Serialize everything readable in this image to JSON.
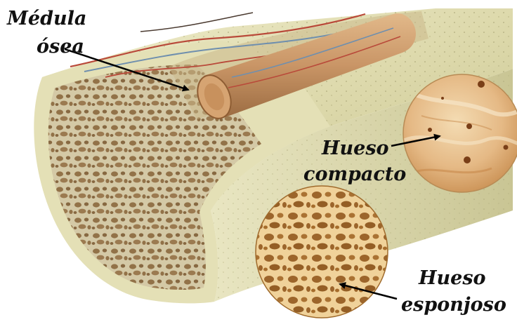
{
  "labels": {
    "medula": [
      "Médula",
      "ósea"
    ],
    "compacto": [
      "Hueso",
      "compacto"
    ],
    "esponjoso": [
      "Hueso",
      "esponjoso"
    ]
  },
  "colors": {
    "bone_shaft": "#ddd9ad",
    "spongy_interior": "#a8875a",
    "marrow_canal": "#c9996a",
    "compact_disc": "#e7c08c",
    "spongy_disc": "#d7aa5e",
    "artery": "#b94a3a",
    "vein": "#6f8fae",
    "arrow": "#000000"
  }
}
